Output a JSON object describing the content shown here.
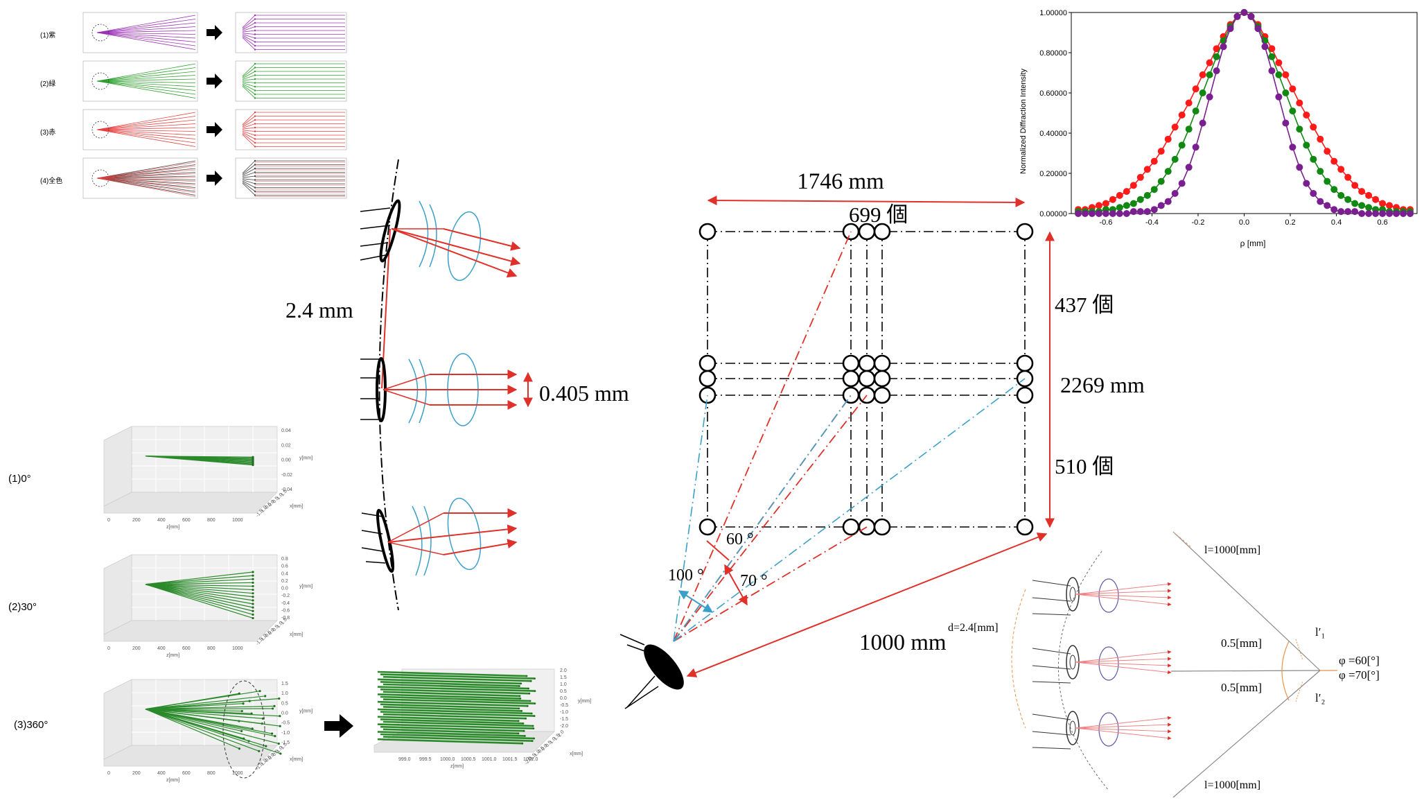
{
  "spectral_panels": {
    "labels": [
      "(1)紫",
      "(2)緑",
      "(3)赤",
      "(4)全色"
    ],
    "colors": [
      "#9b30b5",
      "#2ea02e",
      "#e84040",
      "#444444"
    ]
  },
  "eye_optics": {
    "pitch_label": "2.4 mm",
    "beam_width_label": "0.405 mm"
  },
  "fan_plots": {
    "labels": [
      "(1)0°",
      "(2)30°",
      "(3)360°"
    ],
    "x_axis_label": "z[mm]",
    "y_axis_label": "x[mm]",
    "z_axis_label": "y[mm]",
    "x_ticks": [
      "0",
      "200",
      "400",
      "600",
      "800",
      "1000"
    ],
    "depth_ticks": [
      "-1.5",
      "-1.0",
      "-0.5",
      "0.0",
      "0.5",
      "1.0",
      "1.5"
    ],
    "zoom_x_ticks": [
      "999.0",
      "999.5",
      "1000.0",
      "1000.5",
      "1001.0",
      "1001.5",
      "1002.0"
    ],
    "zoom_depth_ticks": [
      "-2.0",
      "-1.5",
      "-1.0",
      "-0.5",
      "0.0",
      "0.5",
      "1.0",
      "1.5",
      "2.0"
    ],
    "zoom_vert_ticks": [
      "2.0",
      "1.5",
      "1.0",
      "0.5",
      "0.0",
      "-0.5",
      "-1.0",
      "-1.5",
      "-2.0"
    ],
    "vert_ticks": [
      [
        "0.04",
        "0.02",
        "0.00",
        "-0.02",
        "-0.04"
      ],
      [
        "0.8",
        "0.6",
        "0.4",
        "0.2",
        "0.0",
        "-0.2",
        "-0.4",
        "-0.6",
        "-0.8"
      ],
      [
        "1.5",
        "1.0",
        "0.5",
        "0.0",
        "-0.5",
        "-1.0",
        "-1.5"
      ]
    ]
  },
  "screen_layout": {
    "width_label": "1746 mm",
    "width_count": "699 個",
    "height_label": "2269 mm",
    "upper_count": "437 個",
    "lower_count": "510 個",
    "distance_label": "1000 mm",
    "angle_labels": [
      "60 °",
      "100 °",
      "70 °"
    ],
    "colors": {
      "red": "#e0302a",
      "blue": "#3aa0c8"
    }
  },
  "geometry_sketch": {
    "d_label": "d=2.4[mm]",
    "top_l": "l=1000[mm]",
    "bottom_l": "l=1000[mm]",
    "half_upper": "0.5[mm]",
    "half_lower": "0.5[mm]",
    "l1": "l′₁",
    "l2": "l′₂",
    "phi1": "φ =60[°]",
    "phi2": "φ =70[°]"
  },
  "chart_data": {
    "type": "line",
    "title": "",
    "xlabel": "ρ [mm]",
    "ylabel": "Normalized Diffraction Intensity",
    "xlim": [
      -0.75,
      0.75
    ],
    "ylim": [
      0,
      1.0
    ],
    "x_ticks": [
      -0.6,
      -0.4,
      -0.2,
      0.0,
      0.2,
      0.4,
      0.6
    ],
    "y_ticks": [
      "0.00000",
      "0.20000",
      "0.40000",
      "0.60000",
      "0.80000",
      "1.00000"
    ],
    "x": [
      -0.72,
      -0.69,
      -0.66,
      -0.63,
      -0.6,
      -0.57,
      -0.54,
      -0.51,
      -0.48,
      -0.45,
      -0.42,
      -0.39,
      -0.36,
      -0.33,
      -0.3,
      -0.27,
      -0.24,
      -0.21,
      -0.18,
      -0.15,
      -0.12,
      -0.09,
      -0.06,
      -0.03,
      0.0,
      0.03,
      0.06,
      0.09,
      0.12,
      0.15,
      0.18,
      0.21,
      0.24,
      0.27,
      0.3,
      0.33,
      0.36,
      0.39,
      0.42,
      0.45,
      0.48,
      0.51,
      0.54,
      0.57,
      0.6,
      0.63,
      0.66,
      0.69,
      0.72
    ],
    "series": [
      {
        "color": "#ff1a1a",
        "values": [
          0.02,
          0.02,
          0.03,
          0.04,
          0.05,
          0.07,
          0.09,
          0.11,
          0.14,
          0.18,
          0.22,
          0.26,
          0.31,
          0.37,
          0.43,
          0.49,
          0.55,
          0.62,
          0.69,
          0.75,
          0.82,
          0.88,
          0.94,
          0.98,
          1.0,
          0.98,
          0.94,
          0.88,
          0.82,
          0.75,
          0.69,
          0.62,
          0.55,
          0.49,
          0.43,
          0.37,
          0.31,
          0.26,
          0.22,
          0.18,
          0.14,
          0.11,
          0.09,
          0.07,
          0.05,
          0.04,
          0.03,
          0.02,
          0.02
        ]
      },
      {
        "color": "#118811",
        "values": [
          0.01,
          0.01,
          0.01,
          0.01,
          0.02,
          0.02,
          0.03,
          0.04,
          0.05,
          0.07,
          0.09,
          0.12,
          0.16,
          0.21,
          0.27,
          0.34,
          0.42,
          0.51,
          0.6,
          0.69,
          0.78,
          0.86,
          0.93,
          0.98,
          1.0,
          0.98,
          0.93,
          0.86,
          0.78,
          0.69,
          0.6,
          0.51,
          0.42,
          0.34,
          0.27,
          0.21,
          0.16,
          0.12,
          0.09,
          0.07,
          0.05,
          0.04,
          0.03,
          0.02,
          0.02,
          0.01,
          0.01,
          0.01,
          0.01
        ]
      },
      {
        "color": "#7a1f8f",
        "values": [
          0.0,
          0.0,
          0.0,
          0.0,
          0.0,
          0.0,
          0.0,
          0.0,
          0.01,
          0.01,
          0.01,
          0.02,
          0.04,
          0.06,
          0.1,
          0.15,
          0.23,
          0.33,
          0.45,
          0.58,
          0.71,
          0.83,
          0.92,
          0.98,
          1.0,
          0.98,
          0.92,
          0.83,
          0.71,
          0.58,
          0.45,
          0.33,
          0.23,
          0.15,
          0.1,
          0.06,
          0.04,
          0.02,
          0.01,
          0.01,
          0.01,
          0.0,
          0.0,
          0.0,
          0.0,
          0.0,
          0.0,
          0.0,
          0.0
        ]
      }
    ]
  }
}
